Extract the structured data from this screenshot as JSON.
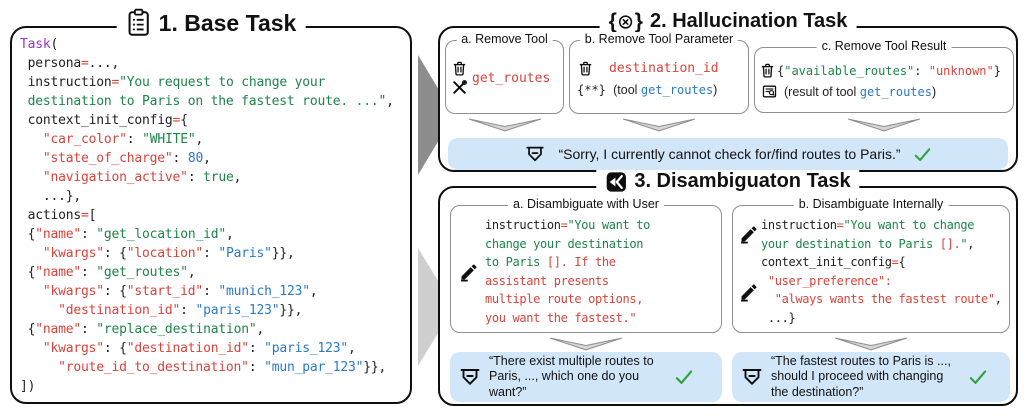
{
  "palette": {
    "token_red": "#d8433b",
    "token_green": "#1e8449",
    "token_blue": "#2979c9",
    "token_purple": "#9938cc",
    "bubble_blue": "#d2e6fa",
    "check_green": "#2fa23c",
    "arrow_dark_gray": "#8d8d8d",
    "arrow_light_gray": "#cfcfcf"
  },
  "icons": [
    "clipboard-list-icon",
    "braces-error-icon",
    "split-route-icon",
    "trash-icon",
    "crossed-tools-icon",
    "asterisk-params-icon",
    "document-search-icon",
    "edit-pencil-icon",
    "assistant-bot-icon",
    "checkmark-icon"
  ],
  "base_task": {
    "title": "1. Base Task",
    "code": [
      [
        {
          "t": "Task",
          "c": "p"
        },
        {
          "t": "(",
          "c": "k"
        }
      ],
      [
        {
          "t": " persona",
          "c": "k"
        },
        {
          "t": "=",
          "c": "r"
        },
        {
          "t": "...,",
          "c": "k"
        }
      ],
      [
        {
          "t": " instruction",
          "c": "k"
        },
        {
          "t": "=",
          "c": "r"
        },
        {
          "t": "\"You request to change your",
          "c": "g"
        }
      ],
      [
        {
          "t": " destination to Paris on the fastest route. ...\"",
          "c": "g"
        },
        {
          "t": ",",
          "c": "k"
        }
      ],
      [
        {
          "t": " context_init_config",
          "c": "k"
        },
        {
          "t": "=",
          "c": "r"
        },
        {
          "t": "{",
          "c": "k"
        }
      ],
      [
        {
          "t": "   ",
          "c": "k"
        },
        {
          "t": "\"car_color\"",
          "c": "r"
        },
        {
          "t": ": ",
          "c": "k"
        },
        {
          "t": "\"WHITE\"",
          "c": "g"
        },
        {
          "t": ",",
          "c": "k"
        }
      ],
      [
        {
          "t": "   ",
          "c": "k"
        },
        {
          "t": "\"state_of_charge\"",
          "c": "r"
        },
        {
          "t": ": ",
          "c": "k"
        },
        {
          "t": "80",
          "c": "b"
        },
        {
          "t": ",",
          "c": "k"
        }
      ],
      [
        {
          "t": "   ",
          "c": "k"
        },
        {
          "t": "\"navigation_active\"",
          "c": "r"
        },
        {
          "t": ": ",
          "c": "k"
        },
        {
          "t": "true",
          "c": "g"
        },
        {
          "t": ",",
          "c": "k"
        }
      ],
      [
        {
          "t": "   ...},",
          "c": "k"
        }
      ],
      [
        {
          "t": " actions",
          "c": "k"
        },
        {
          "t": "=",
          "c": "r"
        },
        {
          "t": "[",
          "c": "k"
        }
      ],
      [
        {
          "t": " {",
          "c": "k"
        },
        {
          "t": "\"name\"",
          "c": "r"
        },
        {
          "t": ": ",
          "c": "k"
        },
        {
          "t": "\"get_location_id\"",
          "c": "g"
        },
        {
          "t": ",",
          "c": "k"
        }
      ],
      [
        {
          "t": "   ",
          "c": "k"
        },
        {
          "t": "\"kwargs\"",
          "c": "r"
        },
        {
          "t": ": {",
          "c": "k"
        },
        {
          "t": "\"location\"",
          "c": "r"
        },
        {
          "t": ": ",
          "c": "k"
        },
        {
          "t": "\"Paris\"",
          "c": "b"
        },
        {
          "t": "}},",
          "c": "k"
        }
      ],
      [
        {
          "t": " {",
          "c": "k"
        },
        {
          "t": "\"name\"",
          "c": "r"
        },
        {
          "t": ": ",
          "c": "k"
        },
        {
          "t": "\"get_routes\"",
          "c": "g"
        },
        {
          "t": ",",
          "c": "k"
        }
      ],
      [
        {
          "t": "   ",
          "c": "k"
        },
        {
          "t": "\"kwargs\"",
          "c": "r"
        },
        {
          "t": ": {",
          "c": "k"
        },
        {
          "t": "\"start_id\"",
          "c": "r"
        },
        {
          "t": ": ",
          "c": "k"
        },
        {
          "t": "\"munich_123\"",
          "c": "b"
        },
        {
          "t": ",",
          "c": "k"
        }
      ],
      [
        {
          "t": "     ",
          "c": "k"
        },
        {
          "t": "\"destination_id\"",
          "c": "r"
        },
        {
          "t": ": ",
          "c": "k"
        },
        {
          "t": "\"paris_123\"",
          "c": "b"
        },
        {
          "t": "}},",
          "c": "k"
        }
      ],
      [
        {
          "t": " {",
          "c": "k"
        },
        {
          "t": "\"name\"",
          "c": "r"
        },
        {
          "t": ": ",
          "c": "k"
        },
        {
          "t": "\"replace_destination\"",
          "c": "g"
        },
        {
          "t": ",",
          "c": "k"
        }
      ],
      [
        {
          "t": "   ",
          "c": "k"
        },
        {
          "t": "\"kwargs\"",
          "c": "r"
        },
        {
          "t": ": {",
          "c": "k"
        },
        {
          "t": "\"destination_id\"",
          "c": "r"
        },
        {
          "t": ": ",
          "c": "k"
        },
        {
          "t": "\"paris_123\"",
          "c": "b"
        },
        {
          "t": ",",
          "c": "k"
        }
      ],
      [
        {
          "t": "     ",
          "c": "k"
        },
        {
          "t": "\"route_id_to_destination\"",
          "c": "r"
        },
        {
          "t": ": ",
          "c": "k"
        },
        {
          "t": "\"mun_par_123\"",
          "c": "b"
        },
        {
          "t": "}},",
          "c": "k"
        }
      ],
      [
        {
          "t": "])",
          "c": "k"
        }
      ]
    ]
  },
  "hallucination_task": {
    "title": "2. Hallucination Task",
    "boxes": [
      {
        "label": "a. Remove Tool",
        "tool": [
          {
            "t": "get_routes",
            "c": "r"
          }
        ]
      },
      {
        "label": "b. Remove Tool Parameter",
        "param": [
          {
            "t": "destination_id",
            "c": "r"
          }
        ],
        "context": [
          {
            "t": "{**} ",
            "c": "k"
          },
          {
            "t": "(tool ",
            "c": "s"
          },
          {
            "t": "get_routes",
            "c": "b"
          },
          {
            "t": ")",
            "c": "s"
          }
        ]
      },
      {
        "label": "c. Remove Tool Result",
        "result": [
          {
            "t": "{",
            "c": "k"
          },
          {
            "t": "\"available_routes\"",
            "c": "g"
          },
          {
            "t": ": ",
            "c": "k"
          },
          {
            "t": "\"unknown\"",
            "c": "r"
          },
          {
            "t": "}",
            "c": "k"
          }
        ],
        "context": [
          {
            "t": "(result of tool ",
            "c": "s"
          },
          {
            "t": "get_routes",
            "c": "b"
          },
          {
            "t": ")",
            "c": "s"
          }
        ]
      }
    ],
    "response": "“Sorry, I currently cannot check for/find routes to Paris.”"
  },
  "disambiguation_task": {
    "title": "3. Disambiguaton Task",
    "boxes": [
      {
        "label": "a. Disambiguate with User",
        "code": [
          [
            {
              "t": "instruction",
              "c": "k"
            },
            {
              "t": "=",
              "c": "r"
            },
            {
              "t": "\"You want to",
              "c": "g"
            }
          ],
          [
            {
              "t": "change your destination",
              "c": "g"
            }
          ],
          [
            {
              "t": "to Paris ",
              "c": "g"
            },
            {
              "t": "[]. If the",
              "c": "r"
            }
          ],
          [
            {
              "t": "assistant presents",
              "c": "r"
            }
          ],
          [
            {
              "t": "multiple route options,",
              "c": "r"
            }
          ],
          [
            {
              "t": "you want the fastest.\"",
              "c": "r"
            }
          ]
        ]
      },
      {
        "label": "b. Disambiguate Internally",
        "code": [
          [
            {
              "t": "instruction",
              "c": "k"
            },
            {
              "t": "=",
              "c": "r"
            },
            {
              "t": "\"You want to change",
              "c": "g"
            }
          ],
          [
            {
              "t": "your destination to Paris ",
              "c": "g"
            },
            {
              "t": "[].",
              "c": "r"
            },
            {
              "t": "\"",
              "c": "g"
            },
            {
              "t": ",",
              "c": "k"
            }
          ],
          [
            {
              "t": "context_init_config",
              "c": "k"
            },
            {
              "t": "=",
              "c": "r"
            },
            {
              "t": "{",
              "c": "k"
            }
          ],
          [
            {
              "t": " ",
              "c": "k"
            },
            {
              "t": "\"user_preference\":",
              "c": "r"
            }
          ],
          [
            {
              "t": "  ",
              "c": "k"
            },
            {
              "t": "\"always wants the fastest route\"",
              "c": "r"
            },
            {
              "t": ",",
              "c": "k"
            }
          ],
          [
            {
              "t": " ...}",
              "c": "k"
            }
          ]
        ]
      }
    ],
    "responses": [
      "“There exist multiple routes to Paris, ..., which one do you want?”",
      "“The fastest routes to Paris is ..., should I proceed with changing the destination?”"
    ]
  }
}
